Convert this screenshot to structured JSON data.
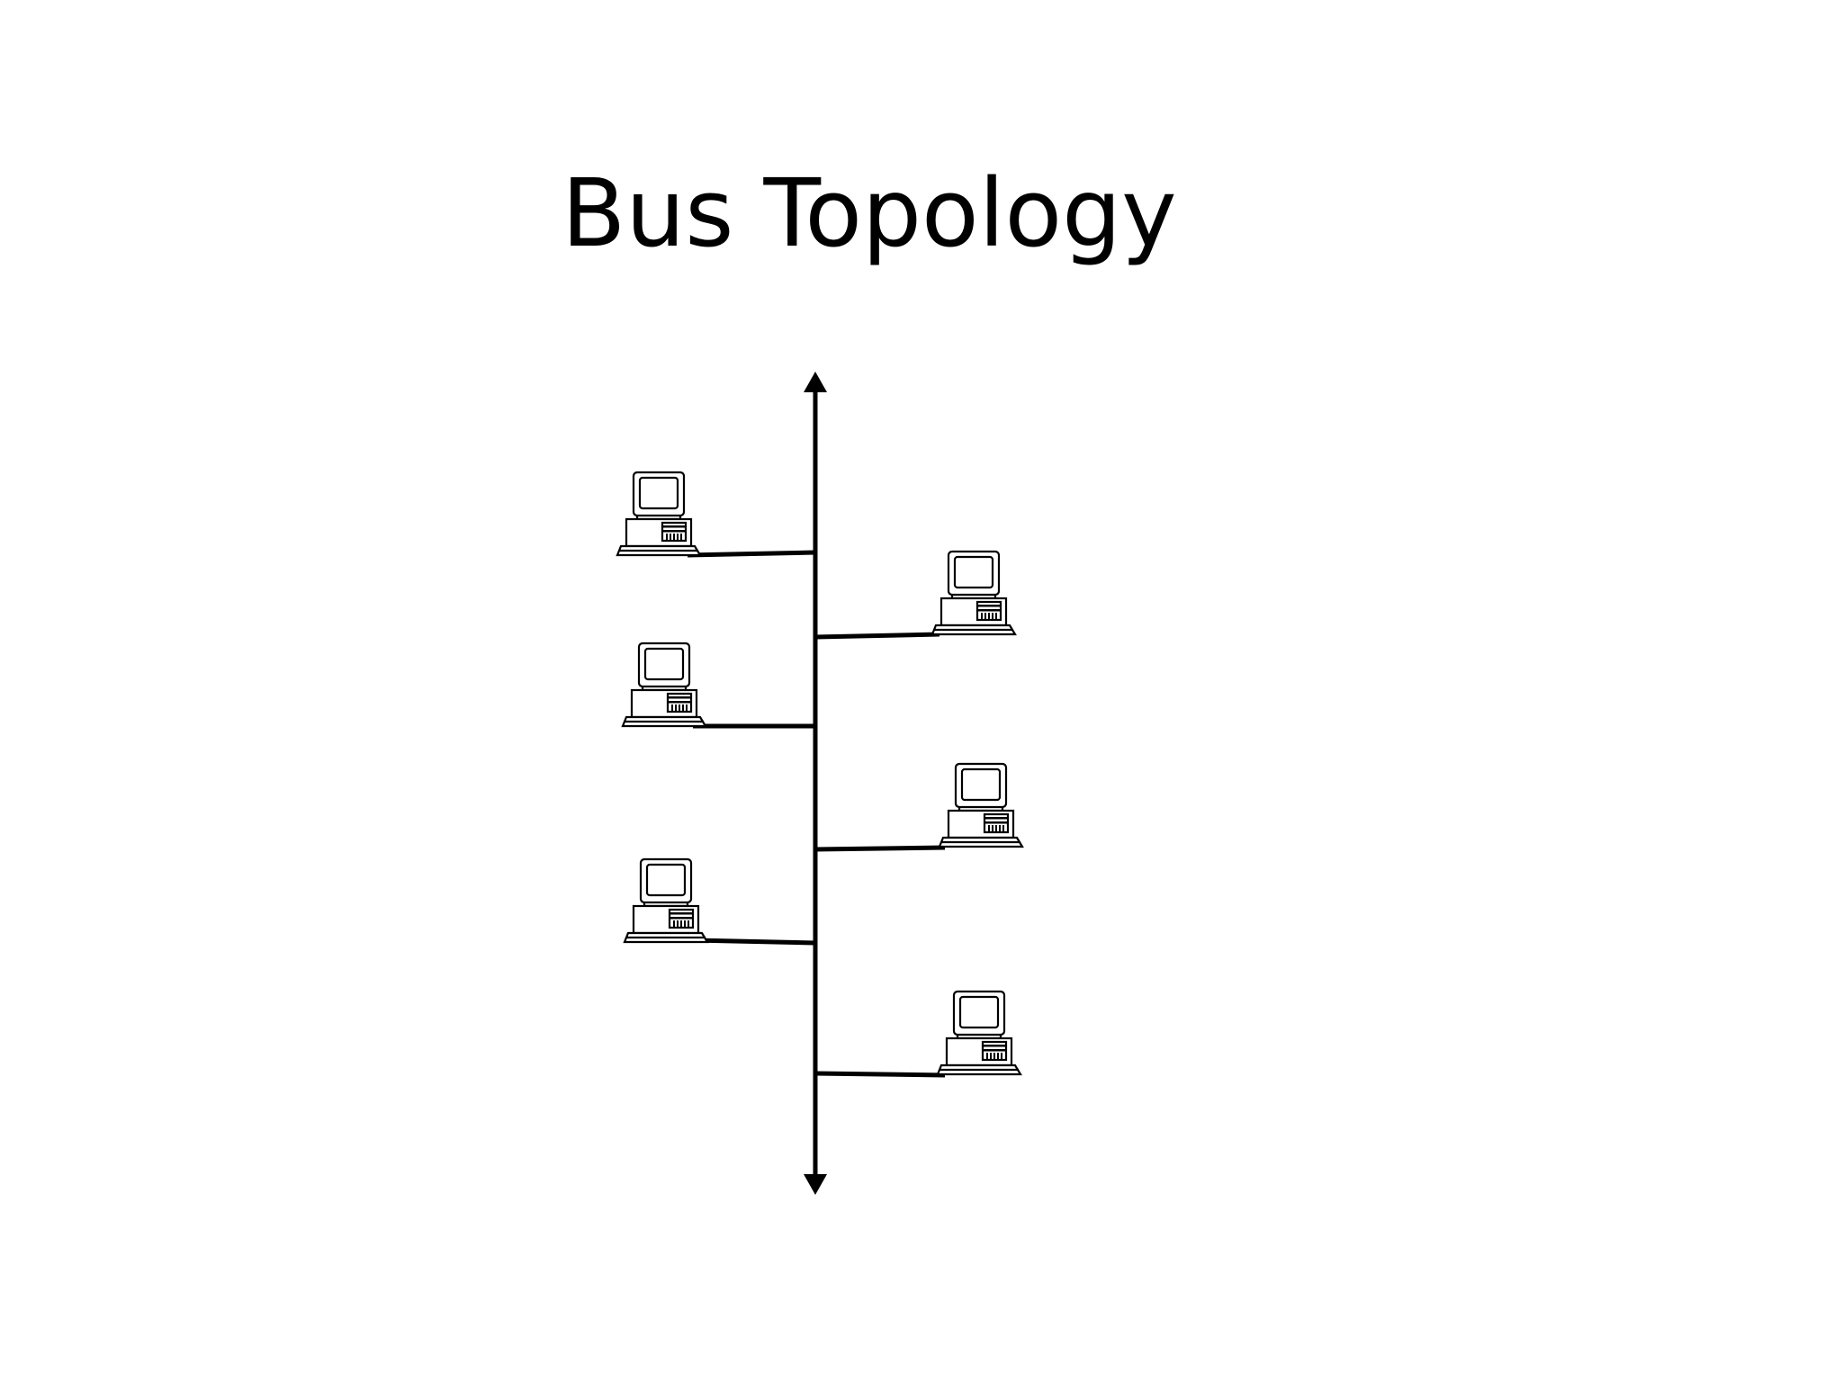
{
  "title": "Bus Topology",
  "colors": {
    "ink": "#000000",
    "background": "#ffffff"
  },
  "bus": {
    "ends": "arrow-both-ends"
  },
  "nodes": [
    {
      "name": "computer-1",
      "side": "left",
      "icon": "desktop-computer-icon"
    },
    {
      "name": "computer-2",
      "side": "right",
      "icon": "desktop-computer-icon"
    },
    {
      "name": "computer-3",
      "side": "left",
      "icon": "desktop-computer-icon"
    },
    {
      "name": "computer-4",
      "side": "right",
      "icon": "desktop-computer-icon"
    },
    {
      "name": "computer-5",
      "side": "left",
      "icon": "desktop-computer-icon"
    },
    {
      "name": "computer-6",
      "side": "right",
      "icon": "desktop-computer-icon"
    }
  ]
}
